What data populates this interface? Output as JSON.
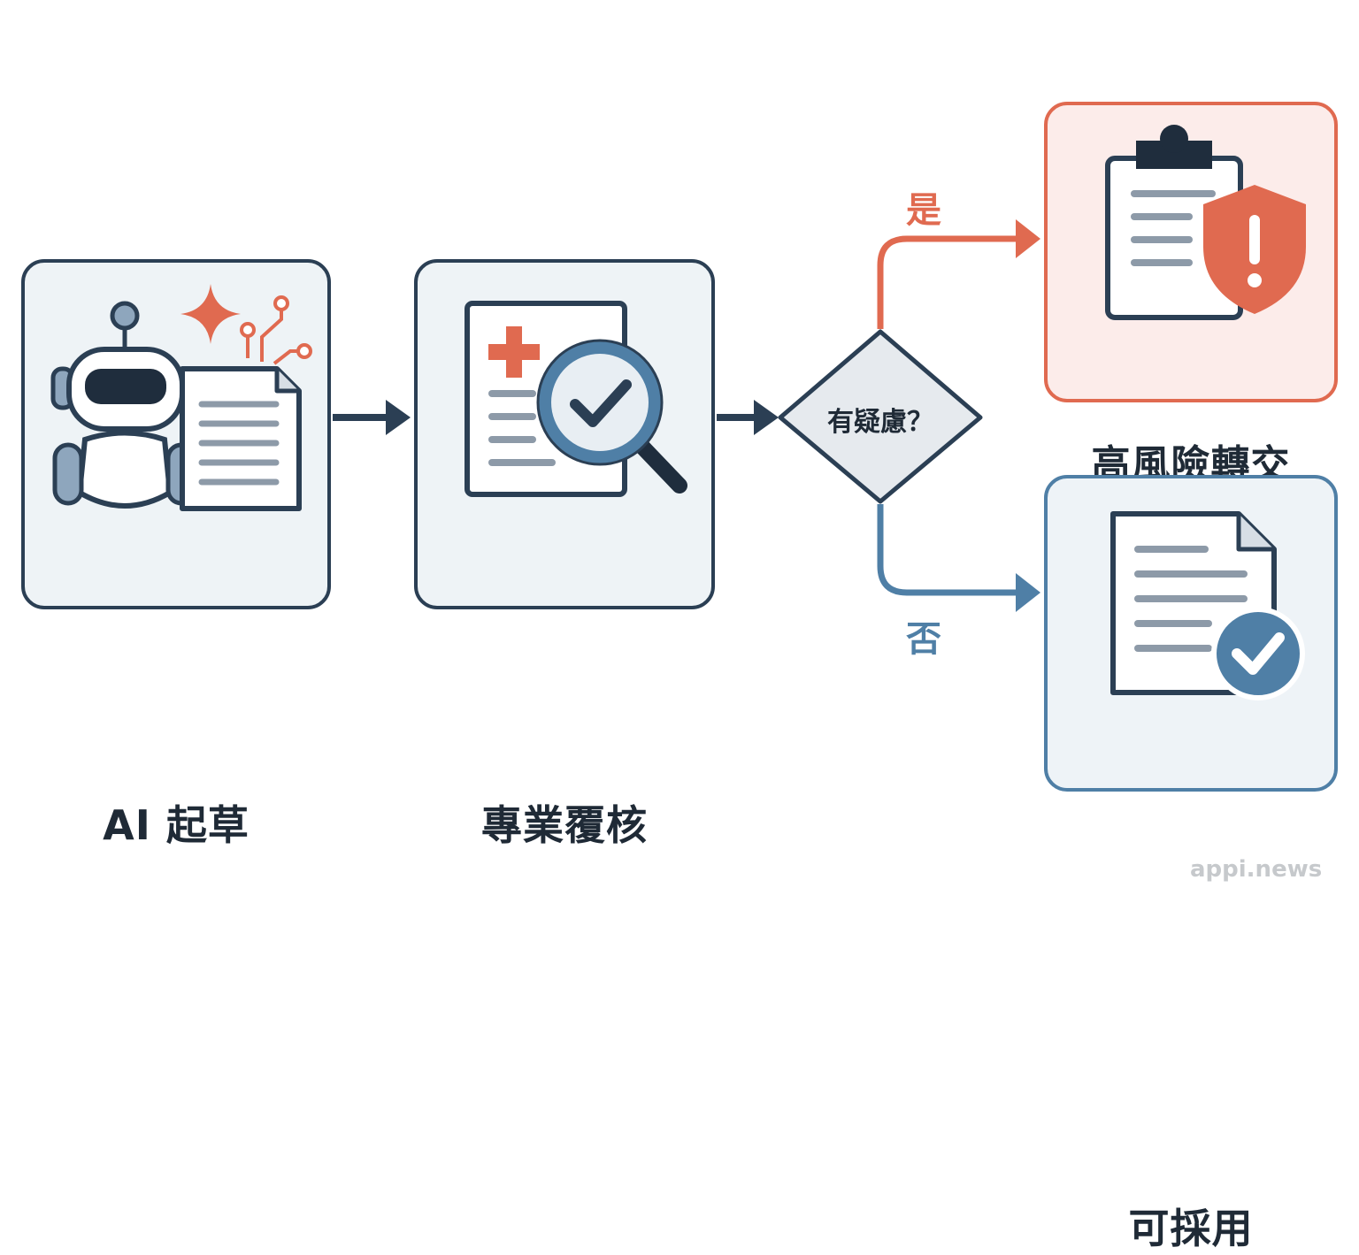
{
  "nodes": {
    "draft": {
      "label": "AI 起草"
    },
    "review": {
      "label": "專業覆核"
    },
    "decision": {
      "label": "有疑慮？"
    },
    "high_risk": {
      "label": "高風險轉交"
    },
    "accept": {
      "label": "可採用"
    }
  },
  "branches": {
    "yes": "是",
    "no": "否"
  },
  "watermark": "appi.news",
  "colors": {
    "dark": "#2b3f54",
    "orange": "#e06a50",
    "blue": "#4f7fa6",
    "gray": "#8d9aa8"
  },
  "icons": [
    "robot-icon",
    "sparkle-icon",
    "document-icon",
    "medical-cross-icon",
    "magnifier-check-icon",
    "clipboard-icon",
    "warning-shield-icon",
    "check-badge-icon"
  ]
}
